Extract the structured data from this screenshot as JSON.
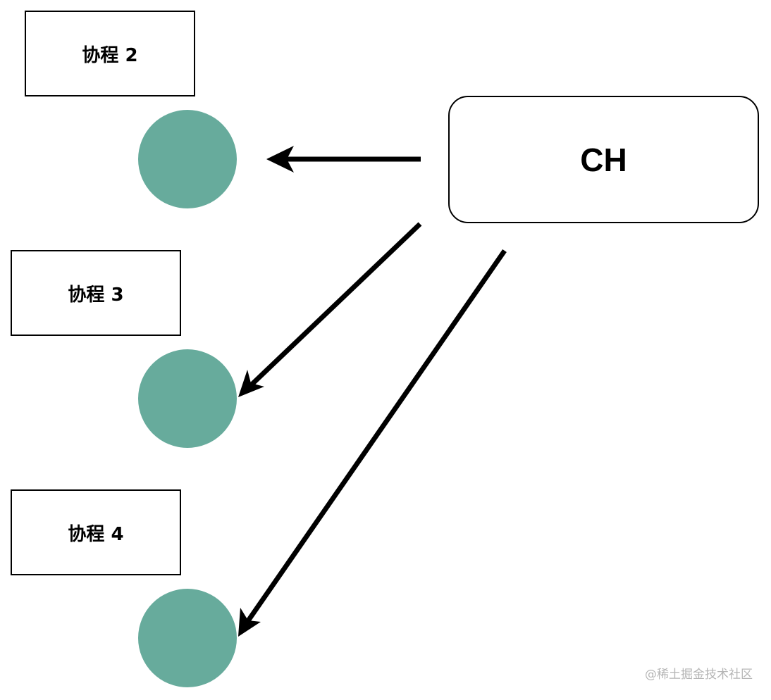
{
  "coroutines": [
    {
      "label": "协程 2"
    },
    {
      "label": "协程 3"
    },
    {
      "label": "协程 4"
    }
  ],
  "channel": {
    "label": "CH"
  },
  "colors": {
    "circle": "#67ab9c",
    "stroke": "#000000",
    "background": "#ffffff",
    "watermark": "#b5b5b5"
  },
  "watermark": "@稀土掘金技术社区"
}
